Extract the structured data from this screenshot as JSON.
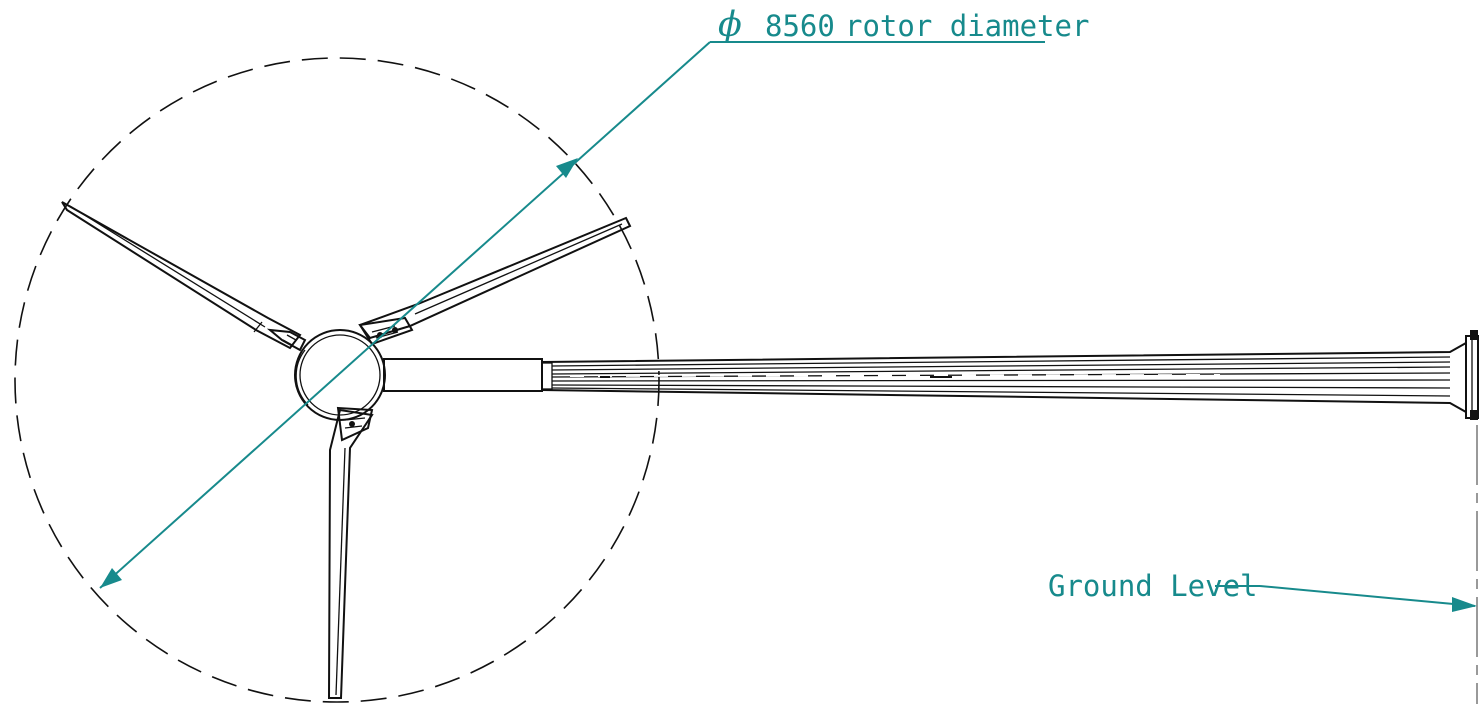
{
  "annotations": {
    "diameter_symbol": "ϕ",
    "diameter_value": "8560",
    "diameter_label": "rotor diameter",
    "ground_label": "Ground Level"
  },
  "colors": {
    "annotation": "#178a8c",
    "line": "#111111",
    "background": "#ffffff"
  }
}
